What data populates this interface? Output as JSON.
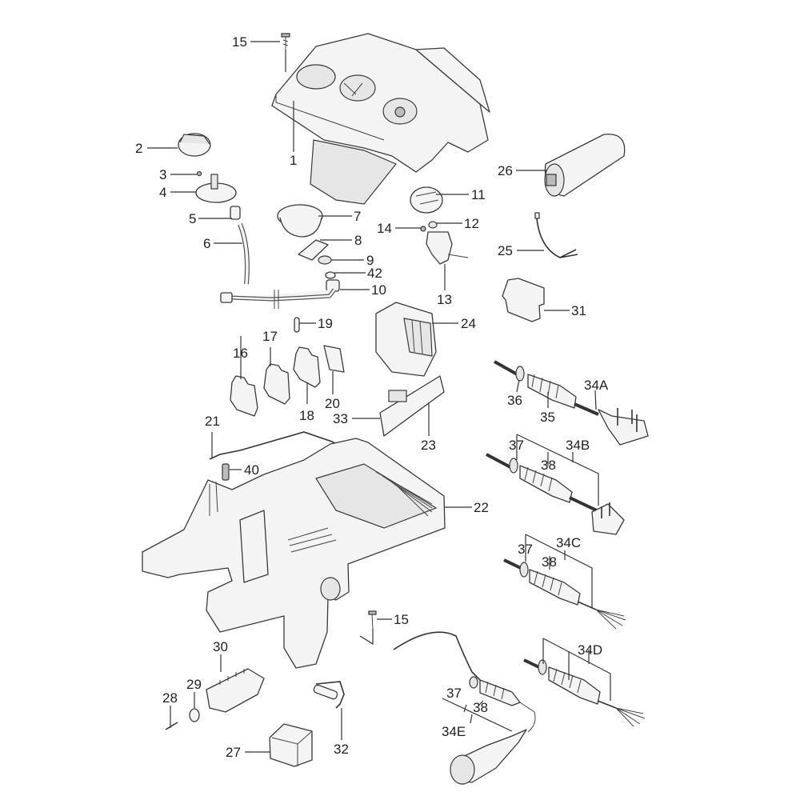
{
  "diagram": {
    "type": "exploded-parts-diagram",
    "parts": {
      "p1": "1",
      "p2": "2",
      "p3": "3",
      "p4": "4",
      "p5": "5",
      "p6": "6",
      "p7": "7",
      "p8": "8",
      "p9": "9",
      "p10": "10",
      "p11": "11",
      "p12": "12",
      "p13": "13",
      "p14": "14",
      "p15a": "15",
      "p15b": "15",
      "p16": "16",
      "p17": "17",
      "p18": "18",
      "p19": "19",
      "p20": "20",
      "p21": "21",
      "p22": "22",
      "p23": "23",
      "p24": "24",
      "p25": "25",
      "p26": "26",
      "p27": "27",
      "p28": "28",
      "p29": "29",
      "p30": "30",
      "p31": "31",
      "p32": "32",
      "p33": "33",
      "p35": "35",
      "p36": "36",
      "p37b": "37",
      "p38b": "38",
      "p37c": "37",
      "p38c": "38",
      "p37e": "37",
      "p38e": "38",
      "p40": "40",
      "p42": "42",
      "p34a": "34A",
      "p34b": "34B",
      "p34c": "34C",
      "p34d": "34D",
      "p34e": "34E"
    }
  }
}
